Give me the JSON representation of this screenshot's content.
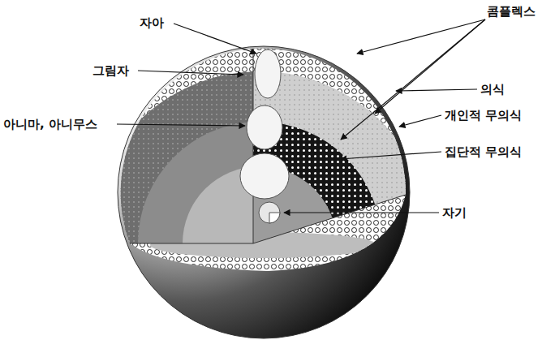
{
  "diagram": {
    "labels": [
      "자아",
      "콤플렉스",
      "그림자",
      "의식",
      "아니마, 아니무스",
      "개인적 무의식",
      "집단적 무의식",
      "자기"
    ]
  }
}
